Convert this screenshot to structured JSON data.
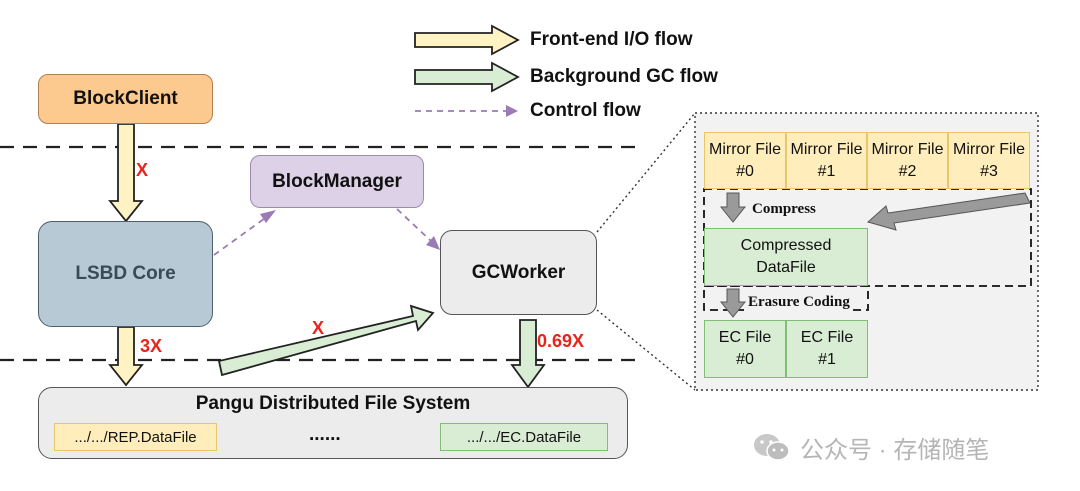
{
  "legend": {
    "frontend": "Front-end I/O flow",
    "gc": "Background GC flow",
    "control": "Control flow"
  },
  "nodes": {
    "blockclient": "BlockClient",
    "lsbd": "LSBD Core",
    "blockmanager": "BlockManager",
    "gcworker": "GCWorker",
    "pangu": "Pangu Distributed File System",
    "rep_file": ".../.../REP.DataFile",
    "ellipsis": "......",
    "ec_file": ".../.../EC.DataFile"
  },
  "labels": {
    "client_x": "X",
    "lsbd_3x": "3X",
    "pangu_x": "X",
    "gc_069x": "0.69X"
  },
  "detail": {
    "mirror_files": [
      {
        "name": "Mirror File",
        "id": "#0"
      },
      {
        "name": "Mirror File",
        "id": "#1"
      },
      {
        "name": "Mirror File",
        "id": "#2"
      },
      {
        "name": "Mirror File",
        "id": "#3"
      }
    ],
    "compress": "Compress",
    "compressed_line1": "Compressed",
    "compressed_line2": "DataFile",
    "erasure": "Erasure Coding",
    "ec_files": [
      {
        "name": "EC File",
        "id": "#0"
      },
      {
        "name": "EC File",
        "id": "#1"
      }
    ]
  },
  "watermark": "公众号 · 存储随笔",
  "colors": {
    "frontend_fill": "#fff3c4",
    "gc_fill": "#d9ecd4",
    "control": "#9b7bb5",
    "red": "#e8241d"
  }
}
